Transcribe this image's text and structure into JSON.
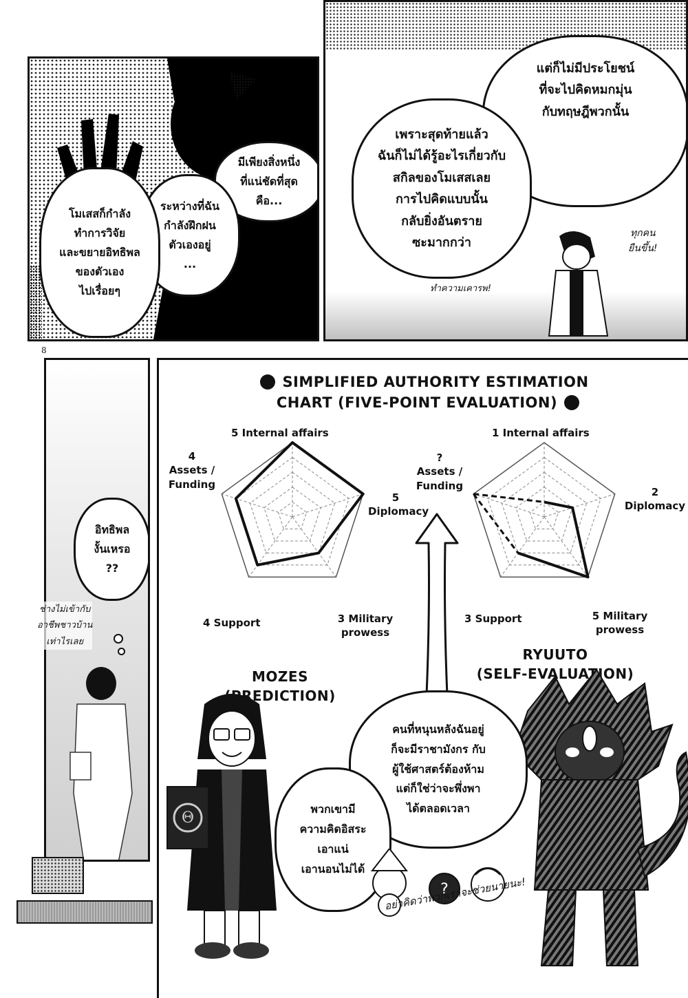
{
  "page_number": "8",
  "panel1": {
    "bubble_a": "มีเพียงสิ่งหนึ่ง\nที่แน่ชัดที่สุด\nคือ...",
    "bubble_b": "ระหว่างที่ฉัน\nกำลังฝึกฝน\nตัวเองอยู่\n...",
    "bubble_c": "โมเสสก็กำลัง\nทำการวิจัย\nและขยายอิทธิพล\nของตัวเอง\nไปเรื่อยๆ"
  },
  "panel2": {
    "bubble_top": "แต่ก็ไม่มีประโยชน์\nที่จะไปคิดหมกมุ่น\nกับทฤษฎีพวกนั้น",
    "bubble_main": "เพราะสุดท้ายแล้ว\nฉันก็ไม่ได้รู้อะไรเกี่ยวกับ\nสกิลของโมเสสเลย\nการไปคิดแบบนั้น\nกลับยิ่งอันตราย\nซะมากกว่า",
    "sfx_right": "ทุกคน\nยืนขึ้น!",
    "sfx_bottom": "ทำความเคารพ!"
  },
  "panel3": {
    "bubble": "อิทธิพล\nงั้นเหรอ\n??",
    "side_text": "ช่างไม่เข้ากับ\nอาชีพชาวบ้าน\nเท่าไรเลย"
  },
  "chart": {
    "title_line1": "SIMPLIFIED AUTHORITY ESTIMATION",
    "title_line2": "CHART (FIVE-POINT EVALUATION)",
    "left": {
      "name": "MOZES (PREDICTION)",
      "lbl_internal": "5 Internal affairs",
      "lbl_assets": "4\nAssets /\nFunding",
      "lbl_diplomacy": "5\nDiplomacy",
      "lbl_military": "3 Military\nprowess",
      "lbl_support": "4 Support"
    },
    "right": {
      "name": "RYUUTO\n(SELF-EVALUATION)",
      "lbl_internal": "1 Internal affairs",
      "lbl_assets": "?\nAssets /\nFunding",
      "lbl_diplomacy": "2\nDiplomacy",
      "lbl_military": "5 Military\nprowess",
      "lbl_support": "3 Support"
    },
    "bubble_center": "คนที่หนุนหลังฉันอยู่\nก็จะมีราชามังกร กับ\nผู้ใช้ศาสตร์ต้องห้าม\nแต่ก็ใช่ว่าจะพึ่งพา\nได้ตลอดเวลา",
    "bubble_left": "พวกเขามี\nความคิดอิสระ\nเอาแน่\nเอานอนไม่ได้",
    "sfx_bottom": "อย่าคิดว่าพวกเราจะช่วยนายนะ!",
    "book_symbol": "Θ"
  },
  "chart_data": [
    {
      "type": "radar",
      "title": "MOZES (PREDICTION)",
      "categories": [
        "Internal affairs",
        "Diplomacy",
        "Military prowess",
        "Support",
        "Assets / Funding"
      ],
      "values": [
        5,
        5,
        3,
        4,
        4
      ],
      "max": 5
    },
    {
      "type": "radar",
      "title": "RYUUTO (SELF-EVALUATION)",
      "categories": [
        "Internal affairs",
        "Diplomacy",
        "Military prowess",
        "Support",
        "Assets / Funding"
      ],
      "values": [
        1,
        2,
        5,
        3,
        null
      ],
      "max": 5
    }
  ]
}
